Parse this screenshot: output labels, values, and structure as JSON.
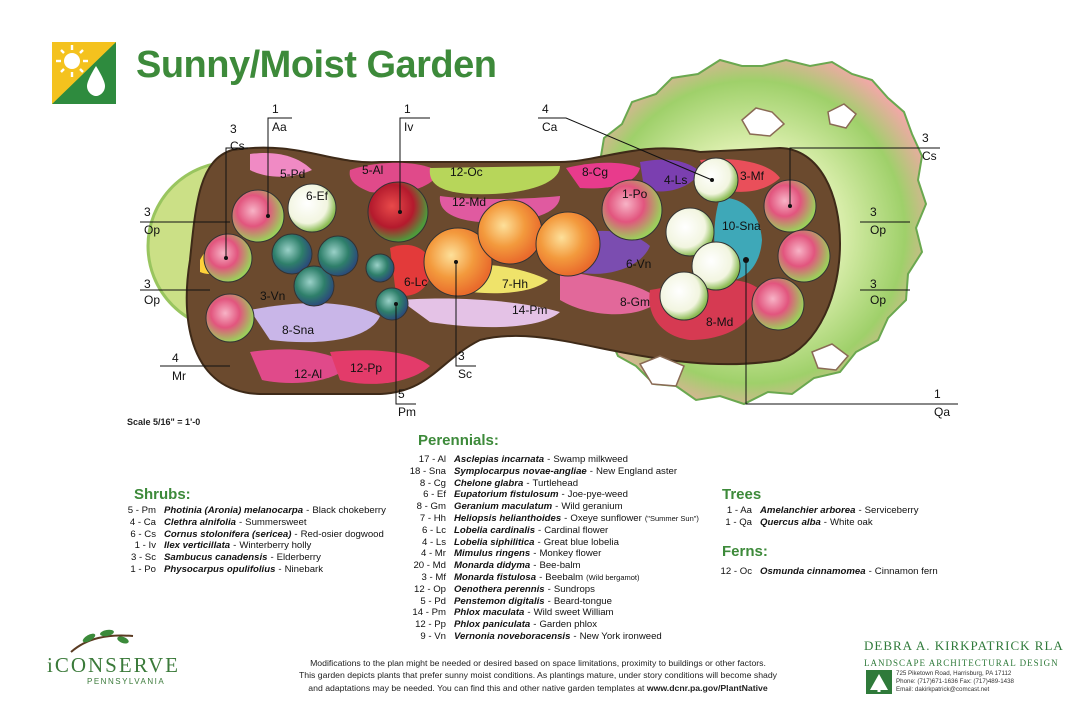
{
  "title": "Sunny/Moist Garden",
  "scale": "Scale 5/16\" = 1'-0",
  "plan_labels": [
    "1",
    "Aa",
    "3",
    "Cs",
    "5-Pd",
    "6-Ef",
    "5-Al",
    "1",
    "Iv",
    "12-Oc",
    "12-Md",
    "4",
    "Ca",
    "8-Cg",
    "4-Ls",
    "1-Po",
    "3-Mf",
    "3",
    "Cs",
    "10-Sna",
    "3",
    "Op",
    "3",
    "Op",
    "3",
    "Op",
    "3",
    "Op",
    "3-Vn",
    "8-Sna",
    "6-Lc",
    "7-Hh",
    "14-Pm",
    "6-Vn",
    "8-Gm",
    "8-Md",
    "4",
    "Mr",
    "12-Al",
    "12-Pp",
    "3",
    "Sc",
    "5",
    "Pm",
    "1",
    "Qa"
  ],
  "perennials": {
    "heading": "Perennials:",
    "items": [
      {
        "code": "17 - Al",
        "sci": "Asclepias incarnata",
        "common": "Swamp milkweed"
      },
      {
        "code": "18 - Sna",
        "sci": "Symplocarpus novae-angliae",
        "common": "New England aster"
      },
      {
        "code": "8 - Cg",
        "sci": "Chelone glabra",
        "common": "Turtlehead"
      },
      {
        "code": "6 - Ef",
        "sci": "Eupatorium fistulosum",
        "common": "Joe-pye-weed"
      },
      {
        "code": "8 - Gm",
        "sci": "Geranium maculatum",
        "common": "Wild geranium"
      },
      {
        "code": "7 - Hh",
        "sci": "Heliopsis helianthoides",
        "common": "Oxeye sunflower",
        "note": "(\"Summer Sun\")"
      },
      {
        "code": "6 - Lc",
        "sci": "Lobelia cardinalis",
        "common": "Cardinal flower"
      },
      {
        "code": "4 - Ls",
        "sci": "Lobelia siphilitica",
        "common": "Great blue lobelia"
      },
      {
        "code": "4 - Mr",
        "sci": "Mimulus ringens",
        "common": "Monkey flower"
      },
      {
        "code": "20 - Md",
        "sci": "Monarda didyma",
        "common": "Bee-balm"
      },
      {
        "code": "3 - Mf",
        "sci": "Monarda fistulosa",
        "common": "Beebalm",
        "note": "(Wild bergamot)"
      },
      {
        "code": "12 - Op",
        "sci": "Oenothera perennis",
        "common": "Sundrops"
      },
      {
        "code": "5 - Pd",
        "sci": "Penstemon digitalis",
        "common": "Beard-tongue"
      },
      {
        "code": "14 - Pm",
        "sci": "Phlox maculata",
        "common": "Wild sweet William"
      },
      {
        "code": "12 - Pp",
        "sci": "Phlox paniculata",
        "common": "Garden phlox"
      },
      {
        "code": "9 - Vn",
        "sci": "Vernonia noveboracensis",
        "common": "New York ironweed"
      }
    ]
  },
  "shrubs": {
    "heading": "Shrubs:",
    "items": [
      {
        "code": "5 - Pm",
        "sci": "Photinia (Aronia) melanocarpa",
        "common": "Black chokeberry"
      },
      {
        "code": "4 - Ca",
        "sci": "Clethra alnifolia",
        "common": "Summersweet"
      },
      {
        "code": "6 - Cs",
        "sci": "Cornus stolonifera (sericea)",
        "common": "Red-osier dogwood"
      },
      {
        "code": "1 - Iv",
        "sci": "Ilex verticillata",
        "common": "Winterberry holly"
      },
      {
        "code": "3 - Sc",
        "sci": "Sambucus canadensis",
        "common": "Elderberry"
      },
      {
        "code": "1 - Po",
        "sci": "Physocarpus opulifolius",
        "common": "Ninebark"
      }
    ]
  },
  "trees": {
    "heading": "Trees",
    "items": [
      {
        "code": "1 - Aa",
        "sci": "Amelanchier arborea",
        "common": "Serviceberry"
      },
      {
        "code": "1 - Qa",
        "sci": "Quercus alba",
        "common": "White oak"
      }
    ]
  },
  "ferns": {
    "heading": "Ferns:",
    "items": [
      {
        "code": "12 - Oc",
        "sci": "Osmunda cinnamomea",
        "common": "Cinnamon fern"
      }
    ]
  },
  "footer": {
    "line1": "Modifications to the plan might be needed or desired based on space limitations, proximity to buildings or other factors.",
    "line2": "This garden depicts plants that prefer sunny moist conditions. As plantings mature, under story conditions will become shady",
    "line3a": "and adaptations may be needed.  You can find this and other native garden templates at ",
    "line3b": "www.dcnr.pa.gov/PlantNative"
  },
  "iconserve": {
    "brand": "iCONSERVE",
    "state": "PENNSYLVANIA"
  },
  "designer": {
    "name": "DEBRA A. KIRKPATRICK RLA",
    "firm": "LANDSCAPE ARCHITECTURAL DESIGN",
    "address": "725 Piketown Road,  Harrisburg, PA  17112",
    "phone": "Phone: (717)671-1636  Fax: (717)489-1438",
    "email": "Email: dakirkpatrick@comcast.net"
  },
  "colors": {
    "brand_green": "#3d8a3a",
    "soil": "#6b4a2e"
  }
}
